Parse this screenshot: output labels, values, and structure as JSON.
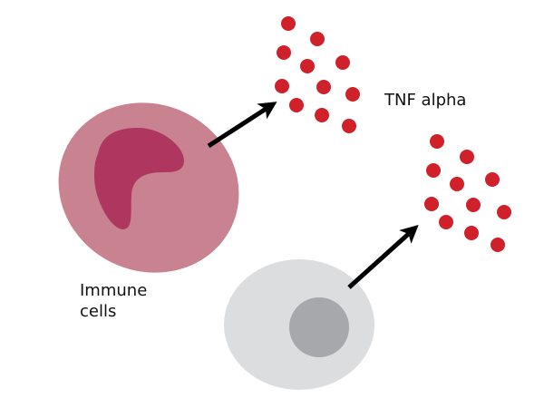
{
  "labels": {
    "tnf": "TNF alpha",
    "immune_line1": "Immune",
    "immune_line2": "cells"
  },
  "colors": {
    "pink_cell": "#c98290",
    "pink_nucleus": "#ae365f",
    "gray_cell": "#dcdddf",
    "gray_nucleus": "#a7a8ab",
    "tnf_dot": "#d0202a",
    "arrow": "#000000"
  }
}
